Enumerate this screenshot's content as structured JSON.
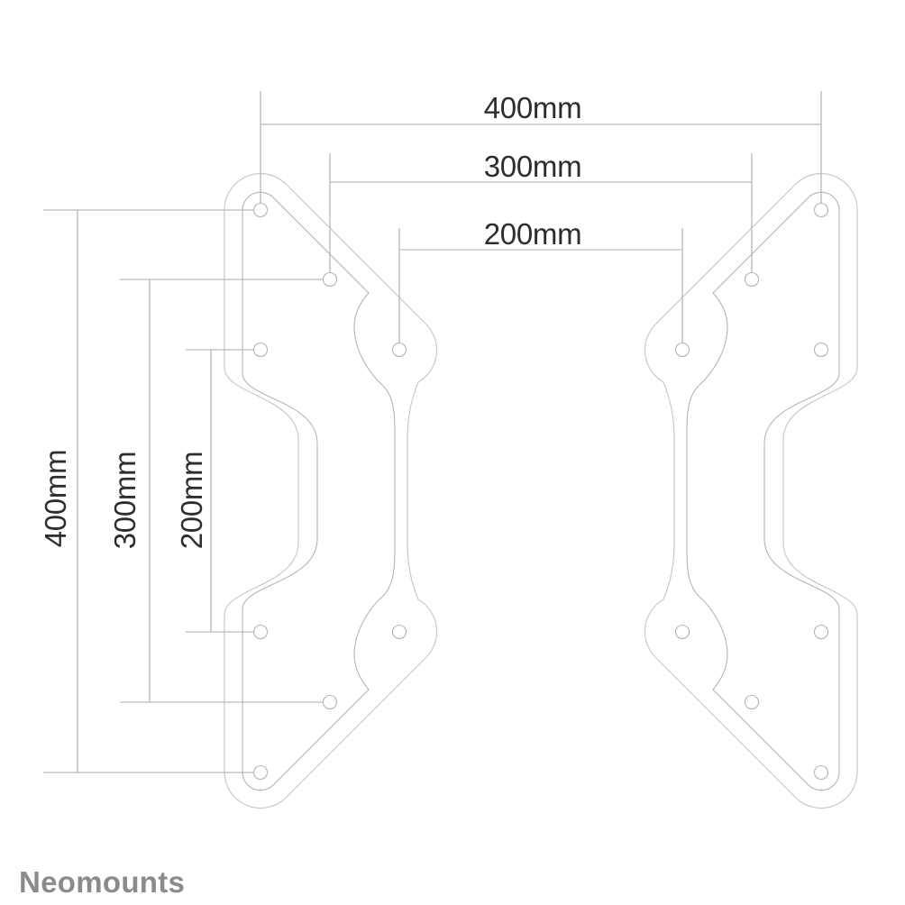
{
  "dimensions": {
    "top": [
      {
        "label": "400mm"
      },
      {
        "label": "300mm"
      },
      {
        "label": "200mm"
      }
    ],
    "left": [
      {
        "label": "400mm"
      },
      {
        "label": "300mm"
      },
      {
        "label": "200mm"
      }
    ]
  },
  "brand": {
    "text": "Neomounts"
  },
  "colors": {
    "background": "#ffffff",
    "dimension_line": "#ababab",
    "plate_outline_outer": "#c9c9c9",
    "plate_outline_inner": "#b4b4b4",
    "hole_outline": "#b4b4b4",
    "label_text": "#2d2d2d",
    "brand_text": "#8b8b8b"
  },
  "diagram": {
    "type": "technical-drawing",
    "subject": "two mirrored VESA adapter plates, front view",
    "plates": 2,
    "holes_per_plate": 8,
    "hole_pattern_widths_mm": [
      200,
      300,
      400
    ],
    "hole_pattern_heights_mm": [
      200,
      300,
      400
    ]
  }
}
